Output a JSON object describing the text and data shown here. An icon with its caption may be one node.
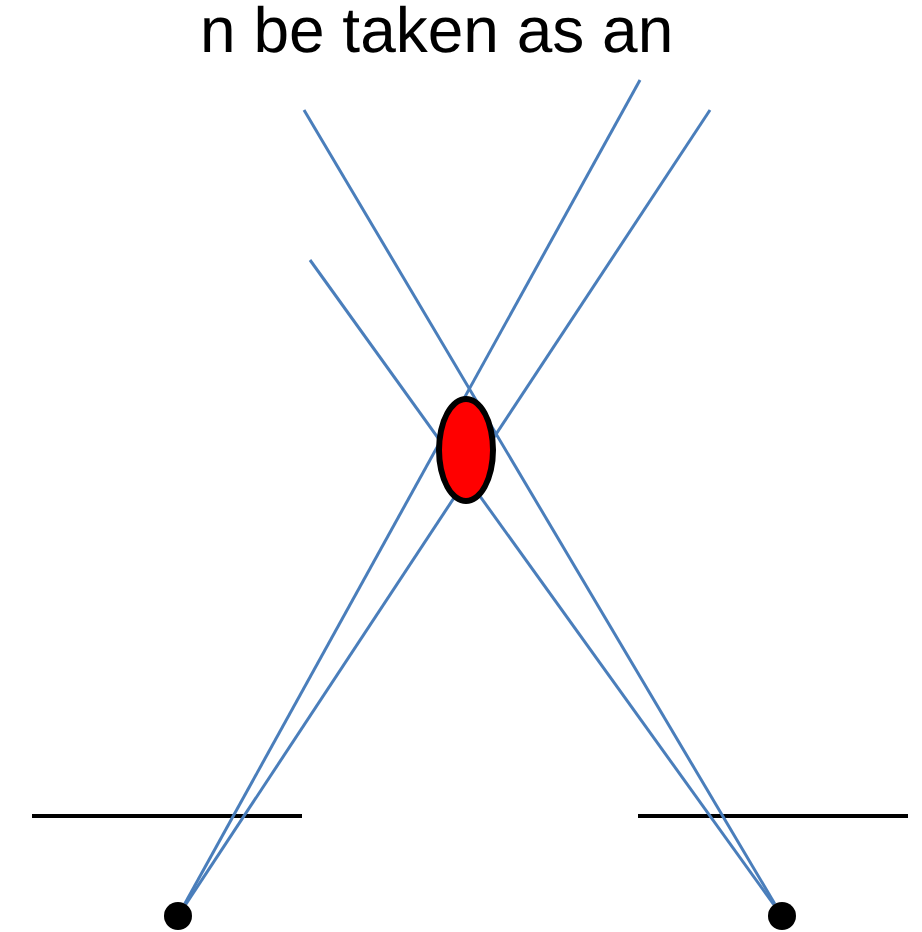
{
  "diagram": {
    "nodes": [
      {
        "text": [],
        "shape": "ellipse"
      },
      {
        "text": [],
        "shape": "circle"
      },
      {
        "text": [],
        "shape": "circle"
      }
    ],
    "edges": [
      {
        "from": 1,
        "to": null,
        "arrow": "none"
      },
      {
        "from": 1,
        "to": null,
        "arrow": "none"
      },
      {
        "from": 2,
        "to": null,
        "arrow": "none"
      },
      {
        "from": 2,
        "to": null,
        "arrow": "none"
      }
    ],
    "labels": [
      "n be taken as an"
    ]
  }
}
